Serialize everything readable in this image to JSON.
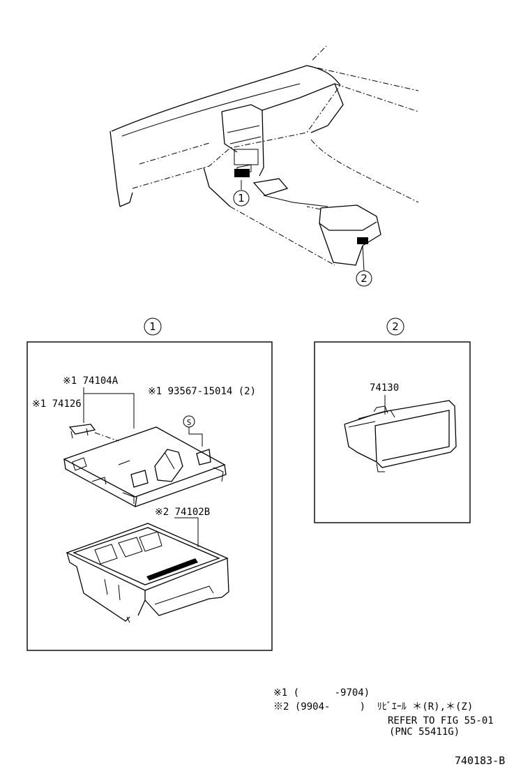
{
  "callouts": {
    "one": "1",
    "two": "2"
  },
  "parts": {
    "p74104A": "※1 74104A",
    "p74126": "※1 74126",
    "p93567": "※1  93567-15014 (2)",
    "p74102B": "※2 74102B",
    "p74130": "74130",
    "screw_symbol": "S"
  },
  "notes": {
    "line1": "※1 (      -9704)",
    "line2": "※2 (9904-     )  ﾘﾋﾞｴｰﾙ ＊(R),＊(Z)",
    "line3": "REFER TO FIG 55-01",
    "line4": "(PNC 55411G)"
  },
  "figure_id": "740183-B"
}
